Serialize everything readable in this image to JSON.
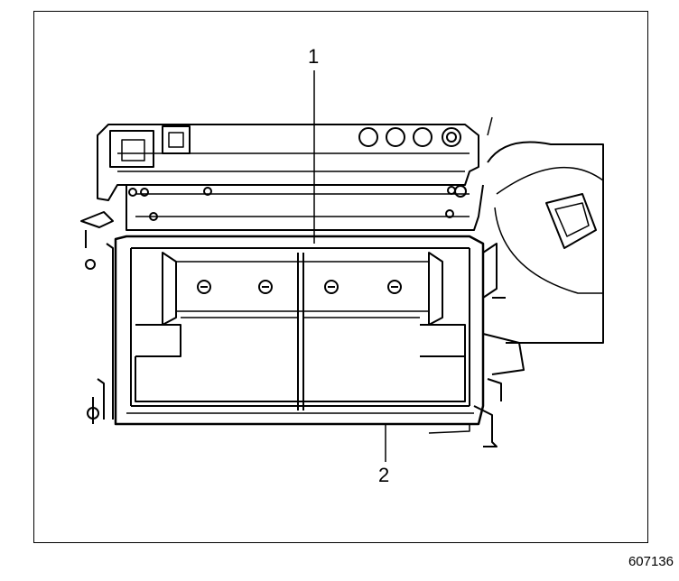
{
  "callouts": [
    {
      "id": "1",
      "label": "1"
    },
    {
      "id": "2",
      "label": "2"
    }
  ],
  "figure_id": "607136",
  "colors": {
    "line": "#000000",
    "background": "#ffffff"
  }
}
